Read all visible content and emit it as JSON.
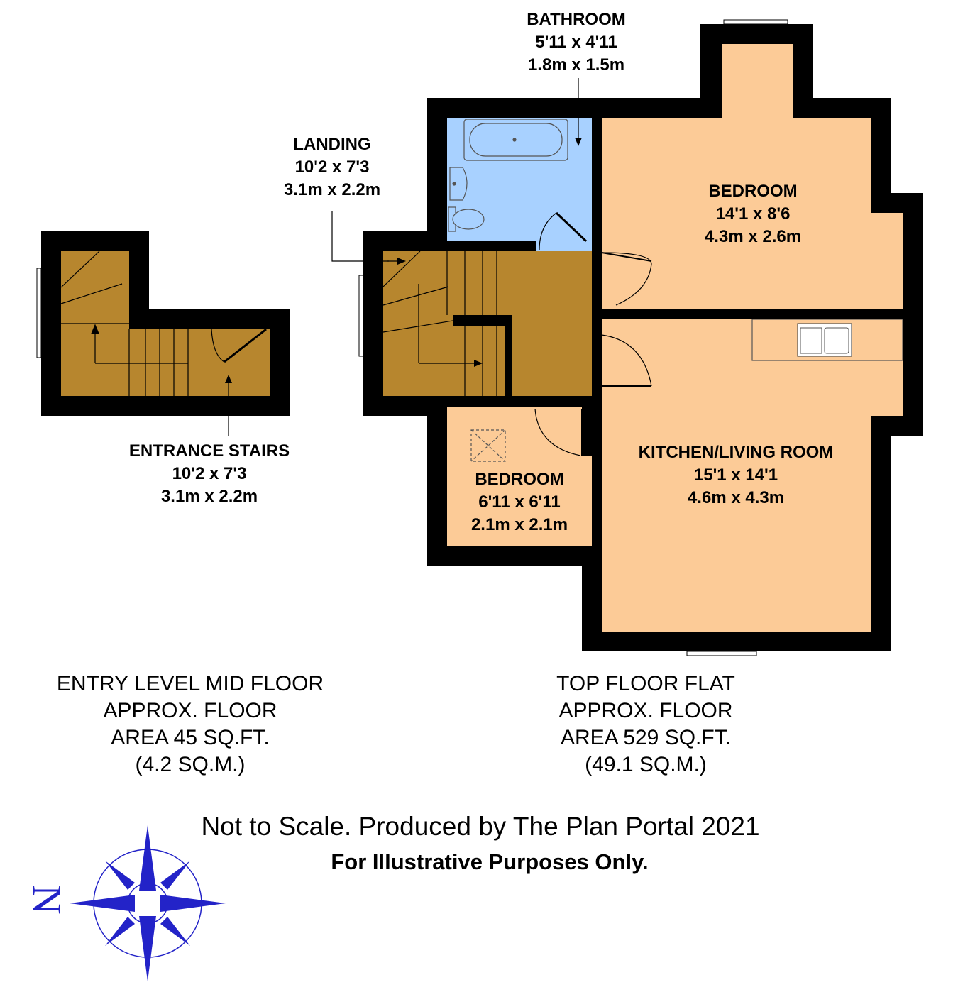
{
  "colors": {
    "wall": "#000000",
    "stairs_floor": "#b7862e",
    "room_floor": "#fccb97",
    "bathroom_floor": "#a8d1ff",
    "compass_blue": "#2323c8"
  },
  "rooms": {
    "bathroom": {
      "name": "BATHROOM",
      "imperial": "5'11 x 4'11",
      "metric": "1.8m x 1.5m"
    },
    "landing": {
      "name": "LANDING",
      "imperial": "10'2 x 7'3",
      "metric": "3.1m x 2.2m"
    },
    "bedroom_main": {
      "name": "BEDROOM",
      "imperial": "14'1 x 8'6",
      "metric": "4.3m x 2.6m"
    },
    "kitchen": {
      "name": "KITCHEN/LIVING ROOM",
      "imperial": "15'1 x 14'1",
      "metric": "4.6m x 4.3m"
    },
    "bedroom_small": {
      "name": "BEDROOM",
      "imperial": "6'11 x 6'11",
      "metric": "2.1m x 2.1m"
    },
    "entrance_stairs": {
      "name": "ENTRANCE STAIRS",
      "imperial": "10'2 x 7'3",
      "metric": "3.1m x 2.2m"
    }
  },
  "floors": {
    "entry": {
      "title": "ENTRY LEVEL MID FLOOR",
      "line2": "APPROX. FLOOR",
      "line3": "AREA 45 SQ.FT.",
      "line4": "(4.2 SQ.M.)"
    },
    "top": {
      "title": "TOP FLOOR FLAT",
      "line2": "APPROX. FLOOR",
      "line3": "AREA 529 SQ.FT.",
      "line4": "(49.1 SQ.M.)"
    }
  },
  "footer": {
    "disclaimer": "Not to Scale. Produced by The Plan Portal 2021",
    "notice": "For Illustrative Purposes Only."
  },
  "compass": {
    "north_label": "N"
  }
}
